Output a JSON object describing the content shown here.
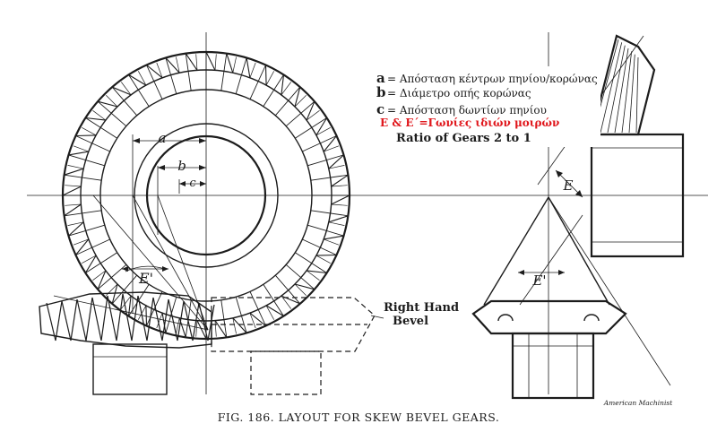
{
  "legend": {
    "a_key": "a",
    "a_text": "= Απόσταση κέντρων πηνίου/κορώνας",
    "b_key": "b",
    "b_text": "= Διάμετρο οπής κορώνας",
    "c_key": "c",
    "c_text": "= Απόσταση δωντίων πηνίου",
    "angles_text": "Ε & Ε΄=Γωνίες ιδιών μοιρών",
    "ratio_text": "Ratio of Gears 2 to 1"
  },
  "labels": {
    "dim_a": "a",
    "dim_b": "b",
    "dim_c": "c",
    "angle_e_left": "E'",
    "angle_e_right_top": "E",
    "angle_e_right_bottom": "E'",
    "right_hand_line1": "Right Hand",
    "right_hand_line2": "Bevel"
  },
  "caption": "FIG. 186.   LAYOUT FOR SKEW BEVEL GEARS.",
  "credit": "American Machinist",
  "colors": {
    "ink": "#1c1c1c",
    "highlight": "#e0161b"
  }
}
